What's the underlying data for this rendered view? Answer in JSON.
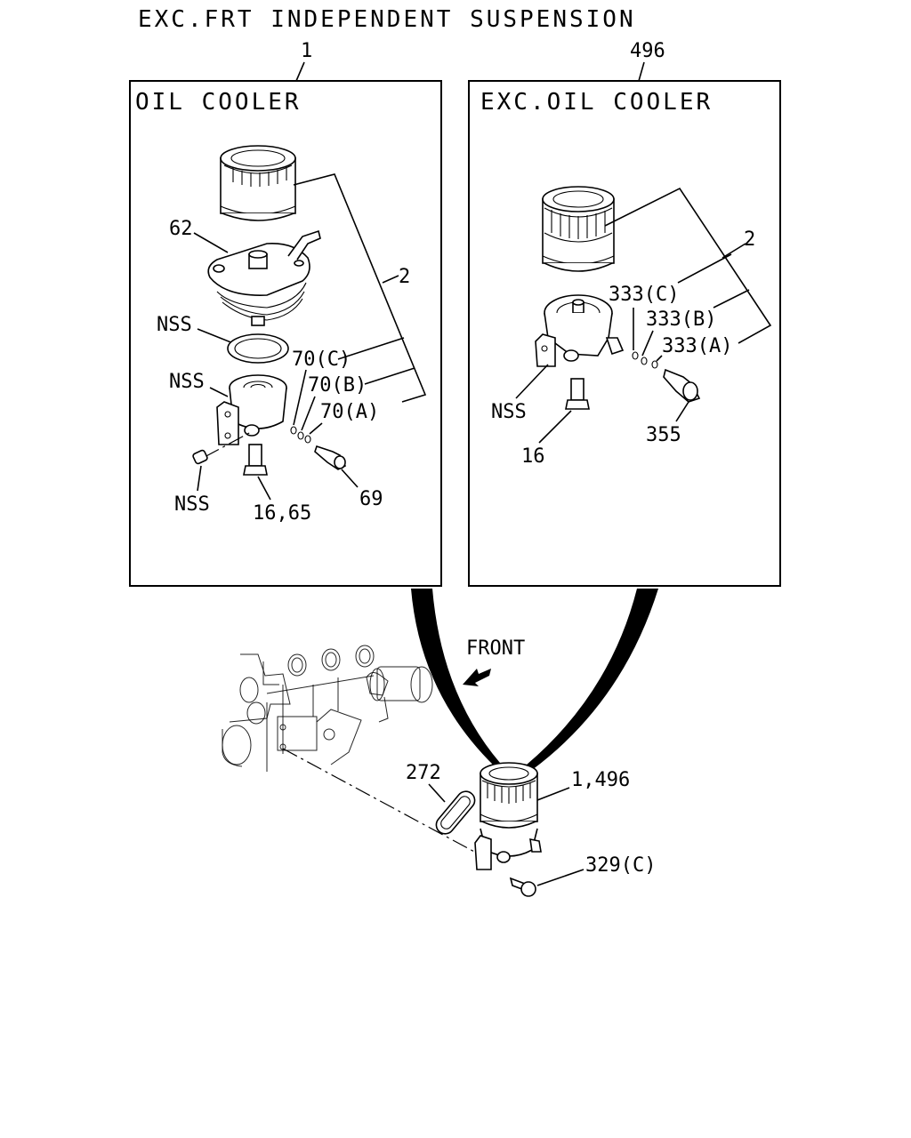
{
  "header": {
    "title": "EXC.FRT INDEPENDENT SUSPENSION"
  },
  "left_panel": {
    "ref": "1",
    "title": "OIL COOLER",
    "labels": {
      "filter_group": "2",
      "cover": "62",
      "gasket": "NSS",
      "housing": "NSS",
      "oring_c": "70(C)",
      "oring_b": "70(B)",
      "oring_a": "70(A)",
      "plug": "NSS",
      "bolt": "16,65",
      "fitting": "69"
    }
  },
  "right_panel": {
    "ref": "496",
    "title": "EXC.OIL COOLER",
    "labels": {
      "filter_group": "2",
      "oring_c": "333(C)",
      "oring_b": "333(B)",
      "oring_a": "333(A)",
      "housing": "NSS",
      "bolt": "16",
      "switch": "355"
    }
  },
  "assembly": {
    "front": "FRONT",
    "gasket": "272",
    "filter_assy": "1,496",
    "bolt": "329(C)"
  }
}
